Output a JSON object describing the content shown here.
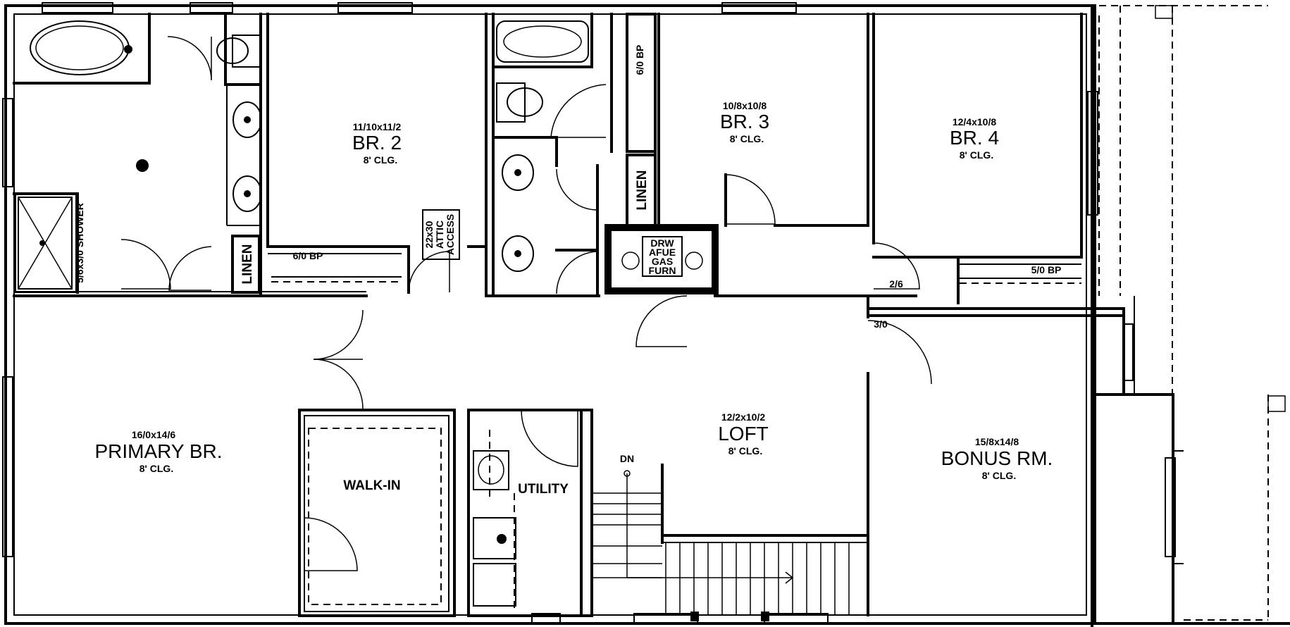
{
  "rooms": {
    "br2": {
      "name": "BR. 2",
      "size": "11/10x11/2",
      "ceiling": "8' CLG."
    },
    "br3": {
      "name": "BR. 3",
      "size": "10/8x10/8",
      "ceiling": "8' CLG."
    },
    "br4": {
      "name": "BR. 4",
      "size": "12/4x10/8",
      "ceiling": "8' CLG."
    },
    "primary": {
      "name": "PRIMARY BR.",
      "size": "16/0x14/6",
      "ceiling": "8' CLG."
    },
    "loft": {
      "name": "LOFT",
      "size": "12/2x10/2",
      "ceiling": "8' CLG."
    },
    "bonus": {
      "name": "BONUS RM.",
      "size": "15/8x14/8",
      "ceiling": "8' CLG."
    },
    "walkin": {
      "name": "WALK-IN"
    },
    "utility": {
      "name": "UTILITY"
    }
  },
  "labels": {
    "linen": "LINEN",
    "bp_br2": "6/0 BP",
    "bp_br3": "6/0 BP",
    "bp_br4": "5/0 BP",
    "shower": "5/6x3/0 SHOWER",
    "attic_size": "22x30",
    "attic_1": "ATTIC",
    "attic_2": "ACCESS",
    "door_26": "2/6",
    "door_30": "3/0",
    "stair_dn": "DN",
    "mech_1": "DRW",
    "mech_2": "AFUE",
    "mech_3": "GAS",
    "mech_4": "FURN"
  }
}
